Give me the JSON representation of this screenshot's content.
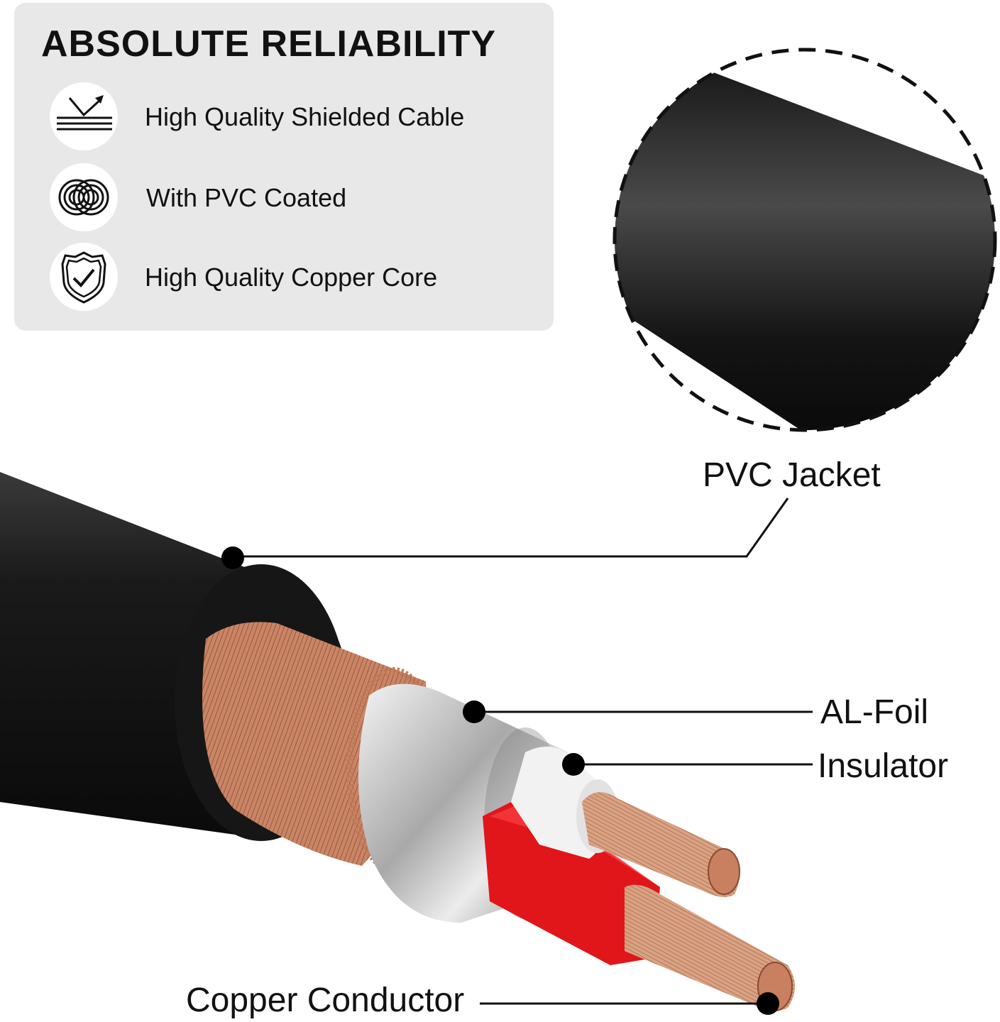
{
  "panel": {
    "title": "ABSOLUTE RELIABILITY",
    "features": [
      {
        "icon": "shielded-cable-icon",
        "text": "High Quality Shielded Cable"
      },
      {
        "icon": "pvc-coated-icon",
        "text": "With PVC Coated"
      },
      {
        "icon": "copper-core-shield-icon",
        "text": "High Quality Copper Core"
      }
    ]
  },
  "callouts": {
    "pvc_jacket": "PVC Jacket",
    "al_foil": "AL-Foil",
    "insulator": "Insulator",
    "copper_conductor": "Copper Conductor"
  },
  "colors": {
    "panel_background": "#e8e8e8",
    "jacket_black": "#111111",
    "copper": "#c98a6a",
    "foil_silver": "#d4d4d4",
    "insulator_red": "#e0161a",
    "insulator_white": "#f2f2f2"
  }
}
